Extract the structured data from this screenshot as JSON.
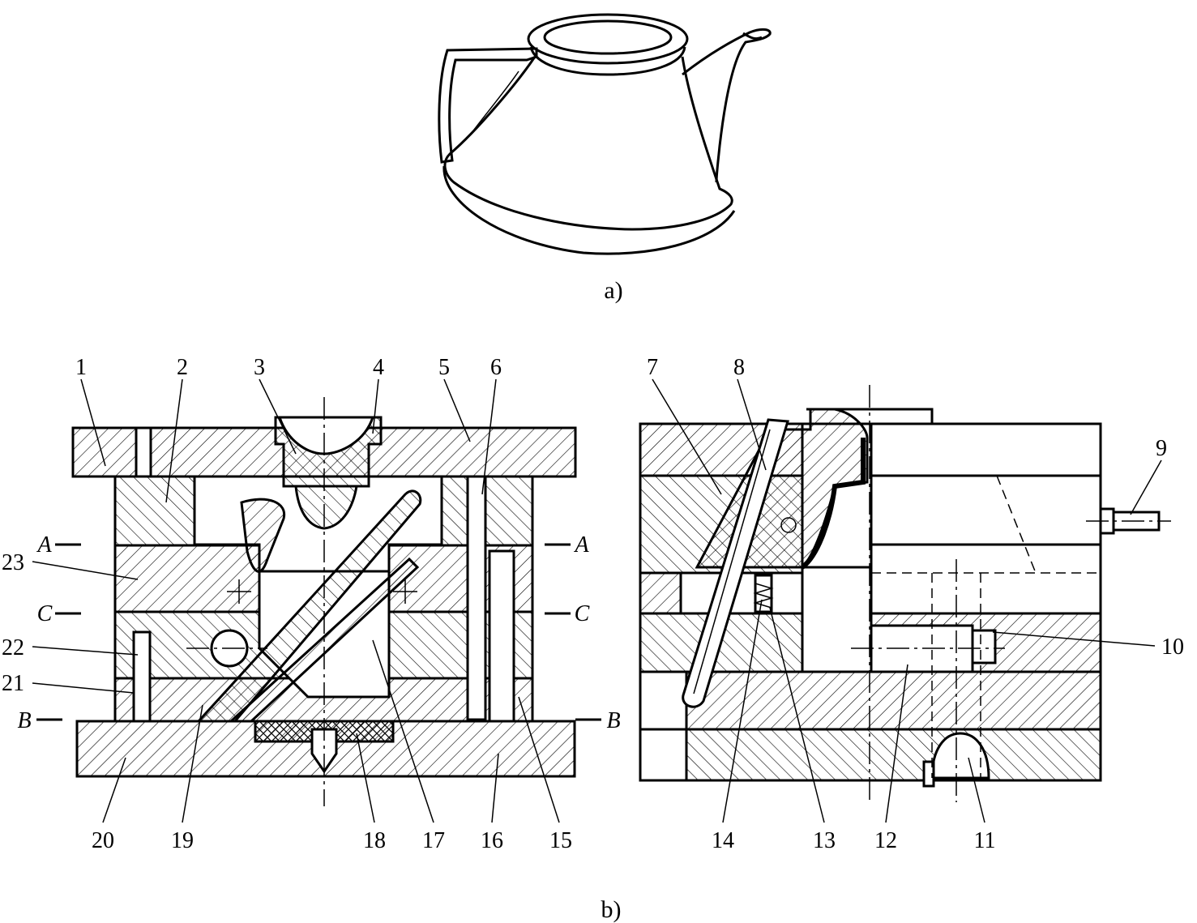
{
  "figure": {
    "caption_a": "a)",
    "caption_b": "b)"
  },
  "part_labels": [
    {
      "id": "1",
      "text": "1"
    },
    {
      "id": "2",
      "text": "2"
    },
    {
      "id": "3",
      "text": "3"
    },
    {
      "id": "4",
      "text": "4"
    },
    {
      "id": "5",
      "text": "5"
    },
    {
      "id": "6",
      "text": "6"
    },
    {
      "id": "7",
      "text": "7"
    },
    {
      "id": "8",
      "text": "8"
    },
    {
      "id": "9",
      "text": "9"
    },
    {
      "id": "10",
      "text": "10"
    },
    {
      "id": "11",
      "text": "11"
    },
    {
      "id": "12",
      "text": "12"
    },
    {
      "id": "13",
      "text": "13"
    },
    {
      "id": "14",
      "text": "14"
    },
    {
      "id": "15",
      "text": "15"
    },
    {
      "id": "16",
      "text": "16"
    },
    {
      "id": "17",
      "text": "17"
    },
    {
      "id": "18",
      "text": "18"
    },
    {
      "id": "19",
      "text": "19"
    },
    {
      "id": "20",
      "text": "20"
    },
    {
      "id": "21",
      "text": "21"
    },
    {
      "id": "22",
      "text": "22"
    },
    {
      "id": "23",
      "text": "23"
    }
  ],
  "section_marks": {
    "A": "A",
    "B": "B",
    "C": "C"
  }
}
